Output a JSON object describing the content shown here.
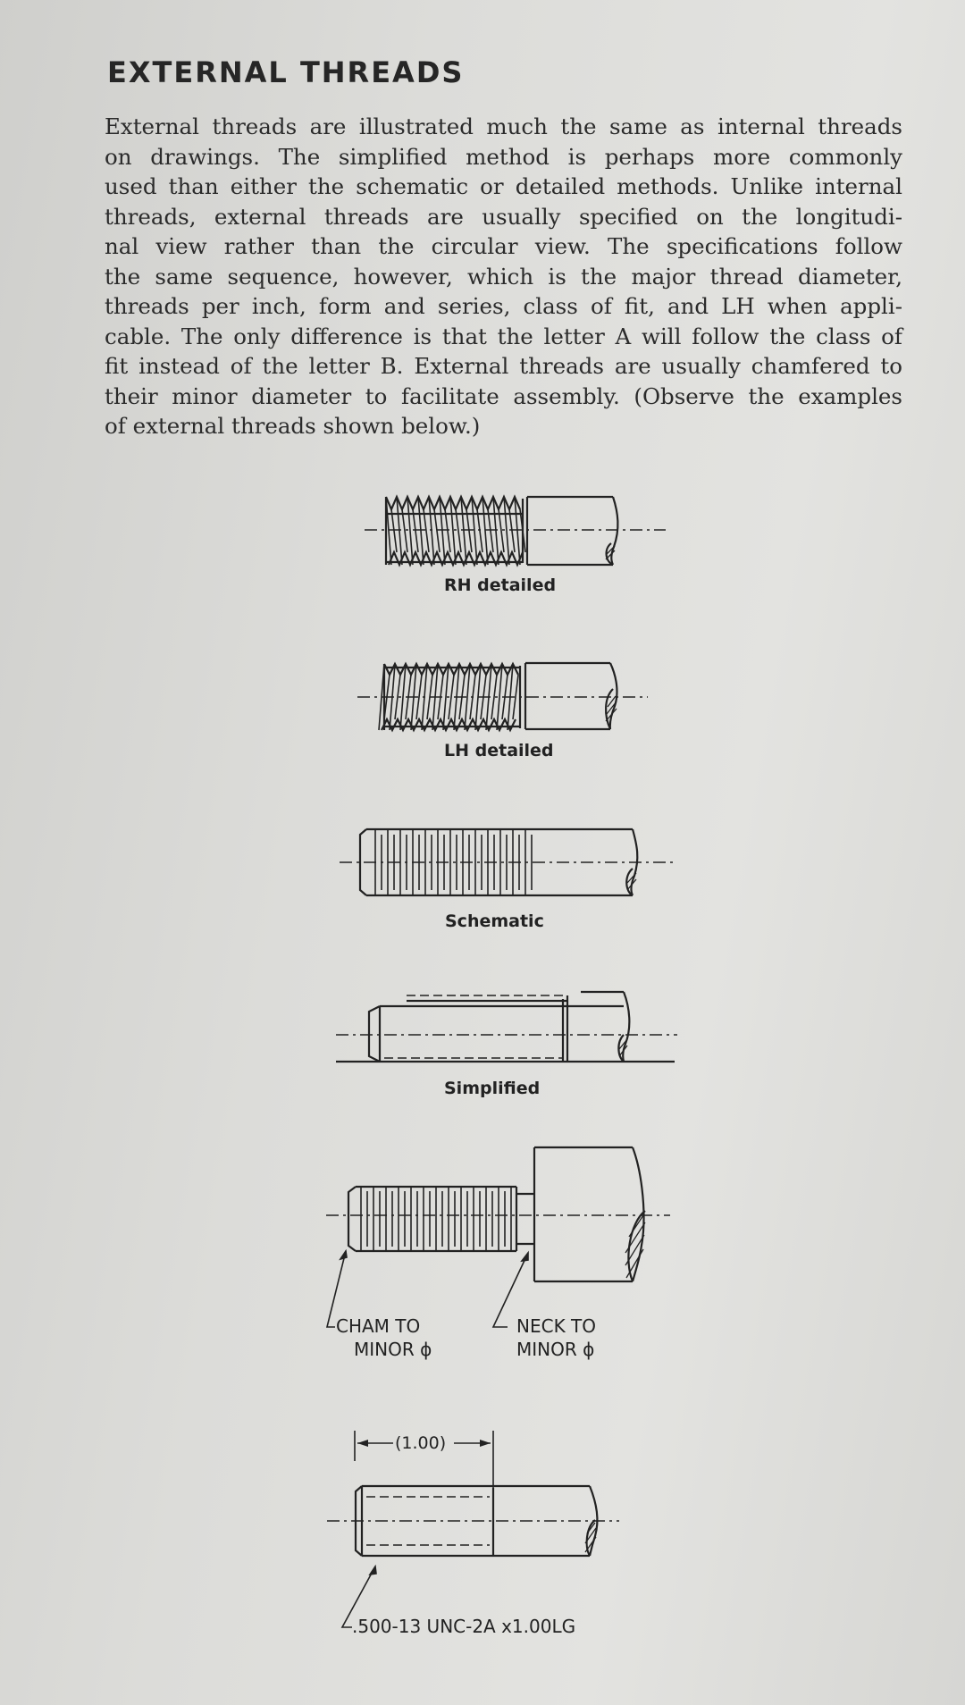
{
  "heading": "EXTERNAL THREADS",
  "paragraph_lines": [
    "External threads are illustrated much the same as internal threads",
    "on drawings. The simplified method is perhaps more commonly",
    "used than either the schematic or detailed methods. Unlike internal",
    "threads, external threads are usually specified on the longitudi-",
    "nal view rather than the circular view. The specifications follow",
    "the same sequence, however, which is the major thread diameter,",
    "threads per inch, form and series, class of fit, and LH when appli-",
    "cable. The only difference is that the letter A will follow the class of",
    "fit instead of the letter B. External threads are usually chamfered to",
    "their minor diameter to facilitate assembly. (Observe the examples",
    "of external threads shown below.)"
  ],
  "figures": {
    "rh_detailed": {
      "caption": "RH detailed"
    },
    "lh_detailed": {
      "caption": "LH detailed"
    },
    "schematic": {
      "caption": "Schematic"
    },
    "simplified": {
      "caption": "Simplified"
    },
    "chamfer_neck": {
      "cham_label_1": "CHAM TO",
      "cham_label_2": "MINOR ϕ",
      "neck_label_1": "NECK TO",
      "neck_label_2": "MINOR ϕ"
    },
    "callout": {
      "dimension": "(1.00)",
      "spec": ".500-13 UNC-2A x1.00LG"
    }
  }
}
